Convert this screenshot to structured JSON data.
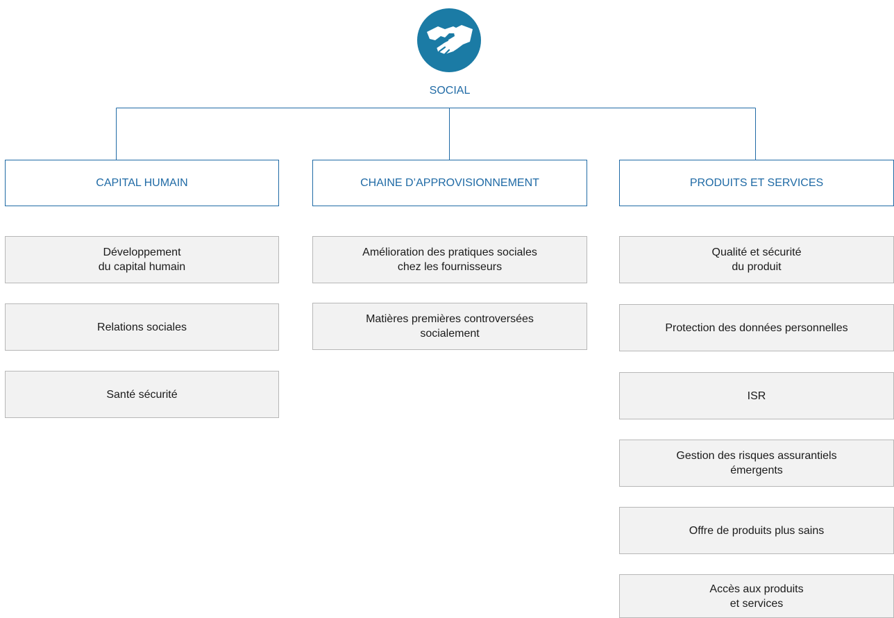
{
  "root": {
    "icon": "handshake-icon",
    "label": "SOCIAL",
    "icon_color": "#1b7ba5"
  },
  "colors": {
    "accent": "#1f6aa5",
    "item_border": "#b7b7b7",
    "item_fill": "#f2f2f2"
  },
  "categories": [
    {
      "label": "CAPITAL HUMAIN",
      "items": [
        "Développement\ndu capital humain",
        "Relations sociales",
        "Santé sécurité"
      ]
    },
    {
      "label": "CHAINE D’APPROVISIONNEMENT",
      "items": [
        "Amélioration des pratiques sociales\nchez les fournisseurs",
        "Matières premières controversées\nsocialement"
      ]
    },
    {
      "label": "PRODUITS ET SERVICES",
      "items": [
        "Qualité et sécurité\ndu produit",
        "Protection des données personnelles",
        "ISR",
        "Gestion des risques assurantiels\némergents",
        "Offre de produits plus sains",
        "Accès aux produits\net services"
      ]
    }
  ]
}
